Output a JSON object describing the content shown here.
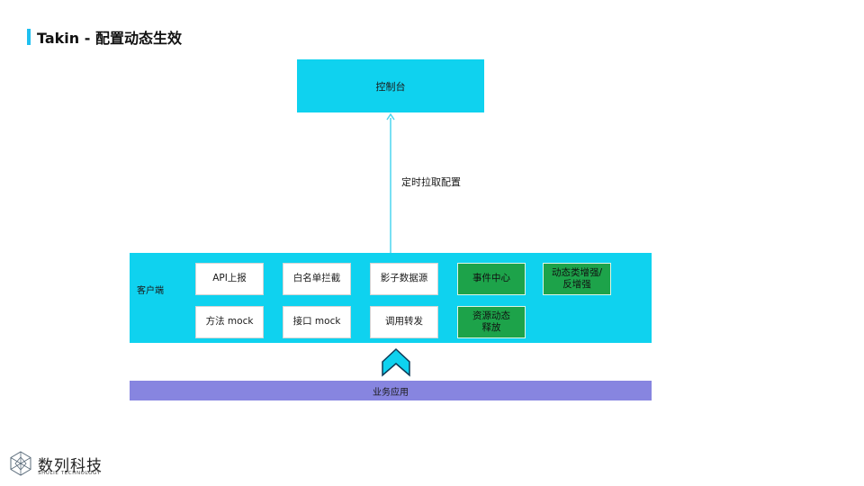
{
  "slide": {
    "title": "Takin - 配置动态生效"
  },
  "diagram": {
    "console": "控制台",
    "arrow_label": "定时拉取配置",
    "client_label": "客户端",
    "modules": [
      {
        "label": "API上报",
        "kind": "plain"
      },
      {
        "label": "白名单拦截",
        "kind": "plain"
      },
      {
        "label": "影子数据源",
        "kind": "plain"
      },
      {
        "label": "事件中心",
        "kind": "highlight"
      },
      {
        "label": "动态类增强/反增强",
        "kind": "highlight"
      },
      {
        "label": "方法 mock",
        "kind": "plain"
      },
      {
        "label": "接口 mock",
        "kind": "plain"
      },
      {
        "label": "调用转发",
        "kind": "plain"
      },
      {
        "label": "资源动态释放",
        "kind": "highlight"
      }
    ],
    "business_layer": "业务应用",
    "colors": {
      "accent": "#1ec0f0",
      "client": "#0fd2ef",
      "highlight_box": "#1da34a",
      "business": "#8785e0"
    }
  },
  "footer": {
    "logo_cn": "数列科技",
    "logo_en": "SHULIE TECHNOLOGY",
    "logo_icon": "hex-network-icon"
  }
}
